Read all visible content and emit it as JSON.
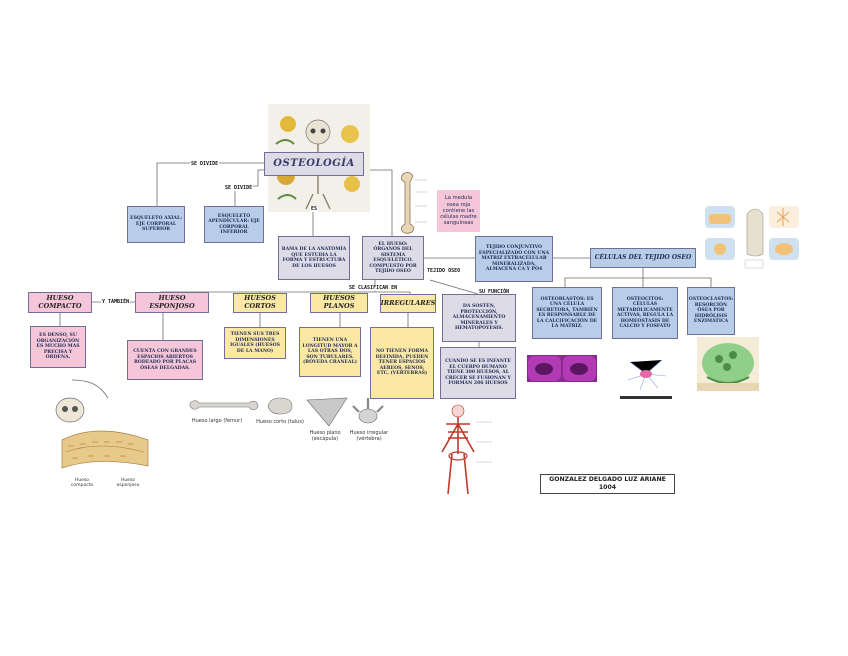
{
  "title": "OSTEOLOGÍA",
  "connectors": {
    "se_divide_1": "SE DIVIDE",
    "se_divide_2": "SE DIVIDE",
    "es": "ES",
    "tejido_oseo": "TEJIDO OSEO",
    "se_clasifican_en": "SE CLASIFICAN EN",
    "su_funcion": "SU FUNCIÓN",
    "y_tambien": "Y TAMBIÉN"
  },
  "nodes": {
    "esqueleto_axial": "ESQUELETO AXIAL: EJE CORPORAL SUPERIOR",
    "esqueleto_apendicular": "ESQUELETO APENDICULAR: EJE CORPORAL INFERIOR",
    "rama": "RAMA DE LA ANATOMÍA QUE ESTUDIA LA FORMA Y ESTRUCTURA DE LOS HUESOS",
    "el_hueso": "EL HUESO: ÓRGANOS DEL SISTEMA ESQUELÉTICO. COMPUESTO POR TEJIDO OSEO",
    "medula": "La medula osea roja contiene las células madre sanguíneas",
    "tejido_conjuntivo": "TEJIDO CONJUNTIVO ESPECIALIZADO CON UNA MATRIZ EXTRACELULAR MINERALIZADA, ALMACENA CA Y PO4",
    "celulas_title": "CÉLULAS DEL TEJIDO OSEO",
    "osteoblastos": "OSTEOBLASTOS: ES UNA CÉLULA SECRETORA, TAMBIÉN ES RESPONSABLE DE LA CALCIFICACIÓN DE LA MATRIZ.",
    "osteocitos": "OSTEOCITOS: CÉLULAS METABÓLICAMENTE ACTIVAS, REGULA LA HOMEOSTASIS DE CALCIO Y FOSFATO",
    "osteoclastos": "OSTEOCLASTOS: RESORCIÓN ÓSEA POR HIDRÓLISIS ENZIMÁTICA",
    "hueso_compacto": "HUESO COMPACTO",
    "hueso_compacto_desc": "ES DENSO, SU ORGANIZACIÓN ES MUCHO MAS PRECISA Y ORDENA.",
    "hueso_esponjoso": "HUESO ESPONJOSO",
    "hueso_esponjoso_desc": "CUENTA CON GRANDES ESPACIOS ABIERTOS RODEADO POR PLACAS ÓSEAS DELGADAS.",
    "huesos_cortos": "HUESOS CORTOS",
    "huesos_cortos_desc": "TIENEN SUS TRES DIMENSIONES IGUALES (HUESOS DE LA MANO)",
    "huesos_planos": "HUESOS PLANOS",
    "huesos_planos_desc": "TIENEN UNA LONGITUD MAYOR A LAS OTRAS DOS, SON TUBULARES. (BÓVEDA CRANEAL)",
    "irregulares": "IRREGULARES",
    "irregulares_desc": "NO TIENEN FORMA DEFINIDA, PUEDEN TENER ESPACIOS AEREOS, SENOS, ETC. (VERTEBRAS)",
    "funcion": "DA SOSTÉN, PROTECCIÓN, ALMACENAMIENTO MINERALES Y HEMATOPOYESIS.",
    "cuando": "CUANDO SE ES INFANTE EL CUERPO HUMANO TIENE 300 HUESOS, AL CRECER SE FUSIONAN Y FORMAN 206 HUESOS"
  },
  "captions": {
    "hueso_largo": "Hueso largo (fémur)",
    "hueso_corto": "Hueso corto (talus)",
    "hueso_plano": "Hueso plano (escápula)",
    "hueso_irregular": "Hueso irregular (vértebra)",
    "hueso_compacto_img": "Hueso compacto",
    "hueso_esponjoso_img": "Hueso esponjoso"
  },
  "author": {
    "name": "GONZALEZ DELGADO LUZ ARIANE",
    "group": "1004"
  },
  "colors": {
    "blue": "#b7cde8",
    "gray": "#dcdbe6",
    "pink": "#f4c6d8",
    "yellow": "#fbe8a5",
    "cell_magenta": "#b23ab5"
  }
}
